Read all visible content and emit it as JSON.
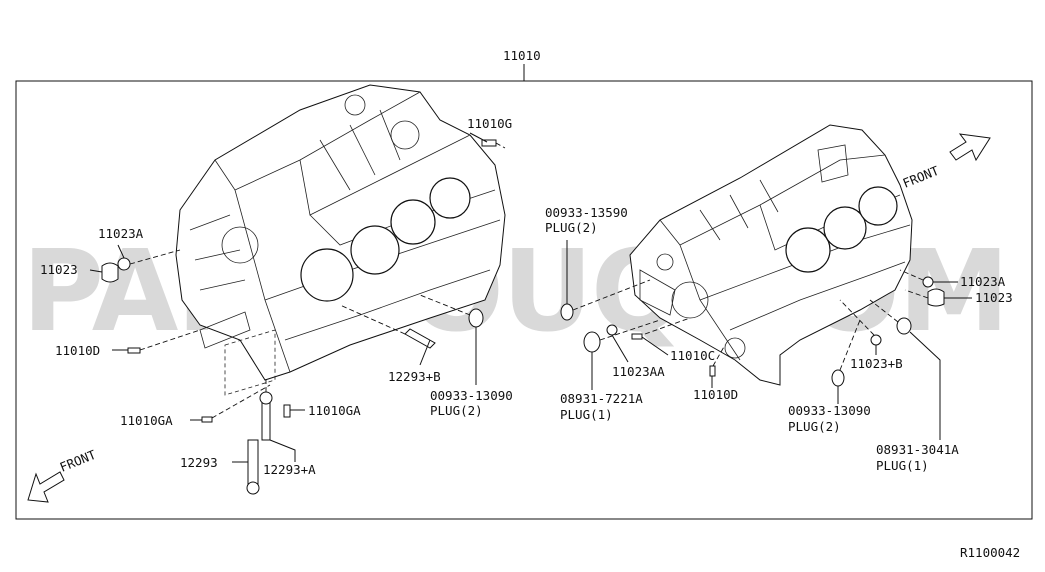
{
  "diagram": {
    "assembly_label": "11010",
    "reference_code": "R1100042",
    "watermark": "PARTSOUQ.COM",
    "front_label_left": "FRONT",
    "front_label_right": "FRONT",
    "callouts": [
      {
        "id": "11010G",
        "text": "11010G"
      },
      {
        "id": "11023A-left",
        "text": "11023A"
      },
      {
        "id": "11023-left",
        "text": "11023"
      },
      {
        "id": "11010D-left",
        "text": "11010D"
      },
      {
        "id": "12293B",
        "text": "12293+B"
      },
      {
        "id": "00933-13090-left",
        "text": "00933-13090"
      },
      {
        "id": "plug2-left",
        "text": "PLUG(2)"
      },
      {
        "id": "11010GA-a",
        "text": "11010GA"
      },
      {
        "id": "11010GA-b",
        "text": "11010GA"
      },
      {
        "id": "12293",
        "text": "12293"
      },
      {
        "id": "12293A",
        "text": "12293+A"
      },
      {
        "id": "00933-13590",
        "text": "00933-13590"
      },
      {
        "id": "plug2-top",
        "text": "PLUG(2)"
      },
      {
        "id": "11023A-right",
        "text": "11023A"
      },
      {
        "id": "11023-right",
        "text": "11023"
      },
      {
        "id": "11010C",
        "text": "11010C"
      },
      {
        "id": "11023AA",
        "text": "11023AA"
      },
      {
        "id": "08931-7221A",
        "text": "08931-7221A"
      },
      {
        "id": "plug1-mid",
        "text": "PLUG(1)"
      },
      {
        "id": "11010D-right",
        "text": "11010D"
      },
      {
        "id": "11023B",
        "text": "11023+B"
      },
      {
        "id": "00933-13090-right",
        "text": "00933-13090"
      },
      {
        "id": "plug2-right",
        "text": "PLUG(2)"
      },
      {
        "id": "08931-3041A",
        "text": "08931-3041A"
      },
      {
        "id": "plug1-right",
        "text": "PLUG(1)"
      }
    ]
  }
}
